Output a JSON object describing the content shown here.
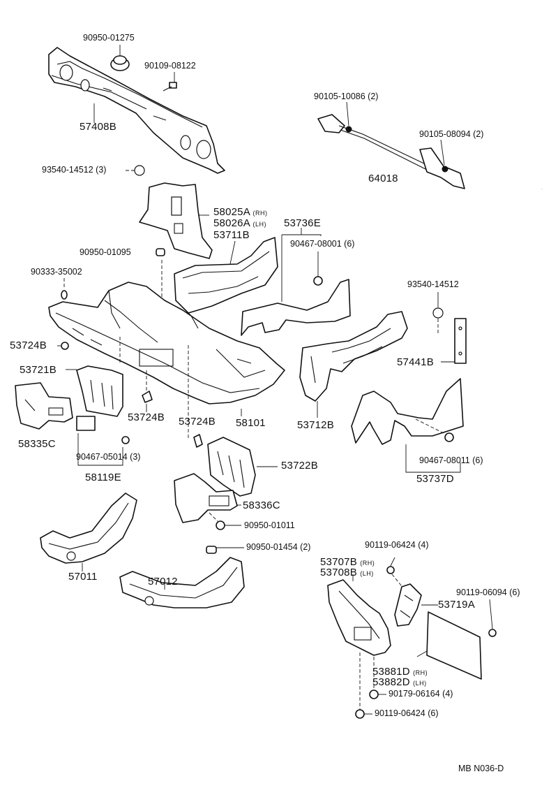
{
  "diagram": {
    "code": "MB N036-D",
    "labels": [
      {
        "id": "l1",
        "text": "90950-01275"
      },
      {
        "id": "l2",
        "text": "90109-08122"
      },
      {
        "id": "l3",
        "text": "57408B"
      },
      {
        "id": "l4",
        "text": "90105-10086 (2)"
      },
      {
        "id": "l5",
        "text": "90105-08094 (2)"
      },
      {
        "id": "l6",
        "text": "64018"
      },
      {
        "id": "l7",
        "text": "93540-14512 (3)"
      },
      {
        "id": "l8",
        "text": "58025A"
      },
      {
        "id": "l9",
        "text": "58026A"
      },
      {
        "id": "l10",
        "text": "53736E"
      },
      {
        "id": "l11",
        "text": "53711B"
      },
      {
        "id": "l12",
        "text": "90467-08001 (6)"
      },
      {
        "id": "l13",
        "text": "90950-01095"
      },
      {
        "id": "l14",
        "text": "90333-35002"
      },
      {
        "id": "l15",
        "text": "93540-14512"
      },
      {
        "id": "l16",
        "text": "53724B"
      },
      {
        "id": "l17",
        "text": "57441B"
      },
      {
        "id": "l18",
        "text": "53721B"
      },
      {
        "id": "l19",
        "text": "53724B"
      },
      {
        "id": "l20",
        "text": "53724B"
      },
      {
        "id": "l21",
        "text": "58101"
      },
      {
        "id": "l22",
        "text": "53712B"
      },
      {
        "id": "l23",
        "text": "58335C"
      },
      {
        "id": "l24",
        "text": "90467-05014 (3)"
      },
      {
        "id": "l25",
        "text": "58119E"
      },
      {
        "id": "l26",
        "text": "90467-08011 (6)"
      },
      {
        "id": "l27",
        "text": "53737D"
      },
      {
        "id": "l28",
        "text": "53722B"
      },
      {
        "id": "l29",
        "text": "58336C"
      },
      {
        "id": "l30",
        "text": "90950-01011"
      },
      {
        "id": "l31",
        "text": "90950-01454 (2)"
      },
      {
        "id": "l32",
        "text": "90119-06424 (4)"
      },
      {
        "id": "l33",
        "text": "53707B"
      },
      {
        "id": "l34",
        "text": "53708B"
      },
      {
        "id": "l35",
        "text": "90119-06094 (6)"
      },
      {
        "id": "l36",
        "text": "53719A"
      },
      {
        "id": "l37",
        "text": "57011"
      },
      {
        "id": "l38",
        "text": "57012"
      },
      {
        "id": "l39",
        "text": "53881D"
      },
      {
        "id": "l40",
        "text": "53882D"
      },
      {
        "id": "l41",
        "text": "90179-06164 (4)"
      },
      {
        "id": "l42",
        "text": "90119-06424 (6)"
      }
    ],
    "side_tags": {
      "rh": "(RH)",
      "lh": "(LH)"
    }
  }
}
